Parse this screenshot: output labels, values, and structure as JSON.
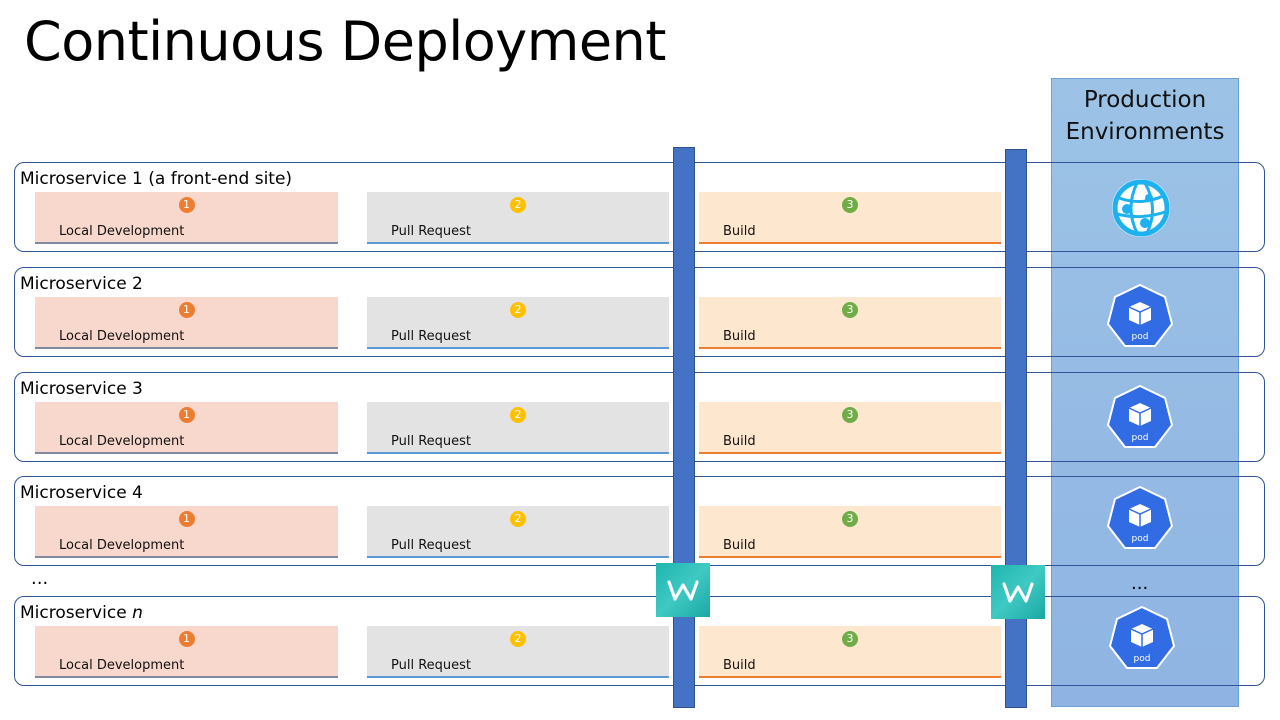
{
  "title": "Continuous Deployment",
  "production": {
    "title_line1": "Production",
    "title_line2": "Environments",
    "ellipsis": "...",
    "pod_label": "pod"
  },
  "rows": [
    {
      "name": "Microservice  1 (a front-end site)",
      "italic_suffix": ""
    },
    {
      "name": "Microservice  2",
      "italic_suffix": ""
    },
    {
      "name": "Microservice  3",
      "italic_suffix": ""
    },
    {
      "name": "Microservice  4",
      "italic_suffix": ""
    },
    {
      "name": "Microservice ",
      "italic_suffix": "n"
    }
  ],
  "row_ellipsis": "...",
  "stages": {
    "local": {
      "number": "1",
      "label": "Local Development"
    },
    "pr": {
      "number": "2",
      "label": "Pull Request"
    },
    "build": {
      "number": "3",
      "label": "Build"
    }
  },
  "icons": {
    "gate": "webhook-gate-icon",
    "globe": "web-app-globe-icon",
    "pod": "kubernetes-pod-icon"
  },
  "colors": {
    "gate_bar": "#4472c4",
    "production_panel": "#9cc3e6",
    "local_bg": "#f8d7cc",
    "pr_bg": "#e3e3e3",
    "build_bg": "#fde7cf",
    "badge1": "#ed7d31",
    "badge2": "#ffc000",
    "badge3": "#70ad47",
    "pod": "#326ce5"
  }
}
